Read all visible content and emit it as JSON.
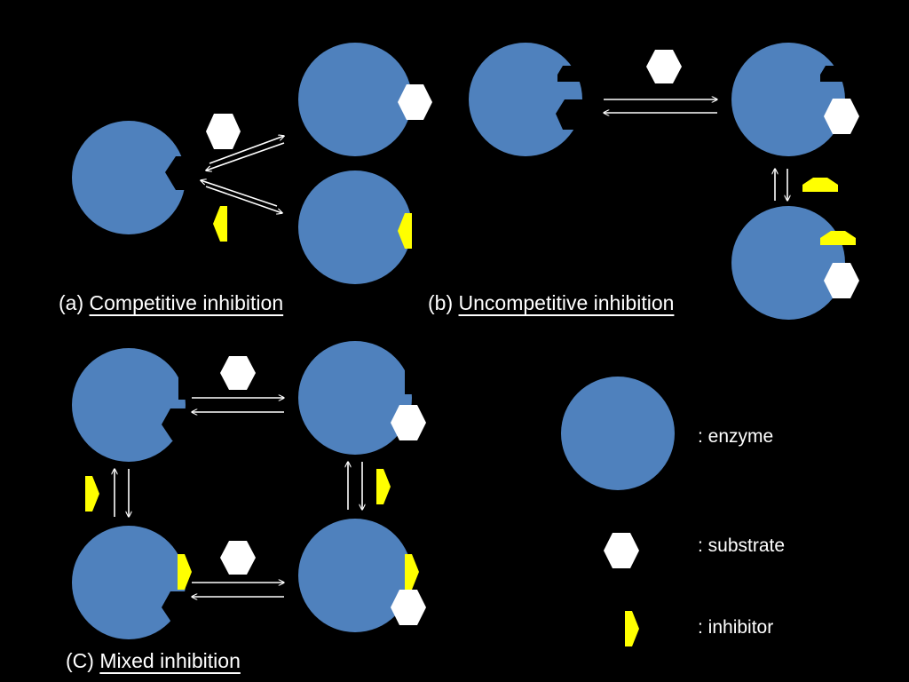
{
  "colors": {
    "enzyme": "#4f81bd",
    "substrate": "#ffffff",
    "inhibitor": "#ffff00",
    "background": "#000000",
    "arrow": "#ffffff"
  },
  "panels": [
    {
      "prefix": "(a)",
      "title": "Competitive inhibition"
    },
    {
      "prefix": "(b)",
      "title": "Uncompetitive inhibition"
    },
    {
      "prefix": "(C)",
      "title": "Mixed inhibition"
    }
  ],
  "legend": {
    "enzyme": ": enzyme",
    "substrate": ": substrate",
    "inhibitor": ": inhibitor"
  }
}
